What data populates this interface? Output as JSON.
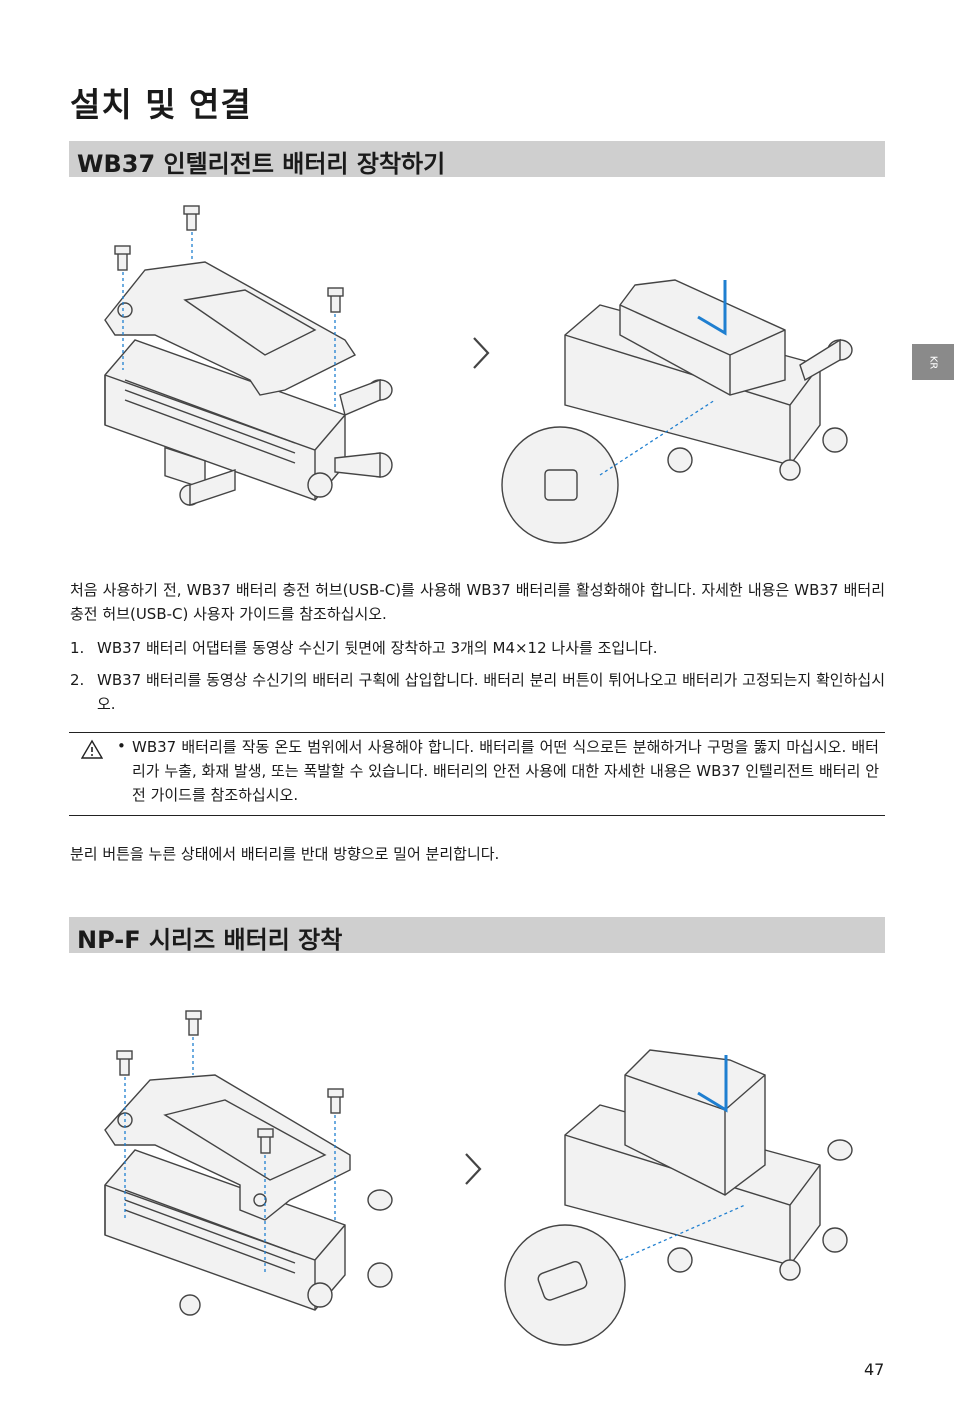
{
  "page": {
    "title": "설치 및 연결",
    "side_tab": "KR",
    "page_number": "47"
  },
  "section1": {
    "title": "WB37 인텔리전트 배터리 장착하기",
    "intro": "처음 사용하기 전, WB37 배터리 충전 허브(USB-C)를 사용해 WB37 배터리를 활성화해야 합니다. 자세한 내용은 WB37 배터리 충전 허브(USB-C) 사용자 가이드를 참조하십시오.",
    "steps": [
      {
        "num": "1.",
        "text": "WB37 배터리 어댑터를 동영상 수신기 뒷면에 장착하고 3개의 M4×12 나사를 조입니다."
      },
      {
        "num": "2.",
        "text": "WB37 배터리를 동영상 수신기의 배터리 구획에 삽입합니다. 배터리 분리 버튼이 튀어나오고 배터리가 고정되는지 확인하십시오."
      }
    ],
    "warning": {
      "icon": "warning-triangle-icon",
      "bullet": "•",
      "text": "WB37 배터리를 작동 온도 범위에서 사용해야 합니다. 배터리를 어떤 식으로든 분해하거나 구멍을 뚫지 마십시오. 배터리가 누출, 화재 발생, 또는 폭발할 수 있습니다. 배터리의 안전 사용에 대한 자세한 내용은 WB37 인텔리전트 배터리 안전 가이드를 참조하십시오."
    },
    "removal": "분리 버튼을 누른 상태에서 배터리를 반대 방향으로 밀어 분리합니다."
  },
  "section2": {
    "title": "NP-F 시리즈 배터리 장착"
  },
  "colors": {
    "section_bar": "#cfcfcf",
    "accent_blue": "#1f7fd0",
    "side_tab": "#8a8a8a"
  }
}
